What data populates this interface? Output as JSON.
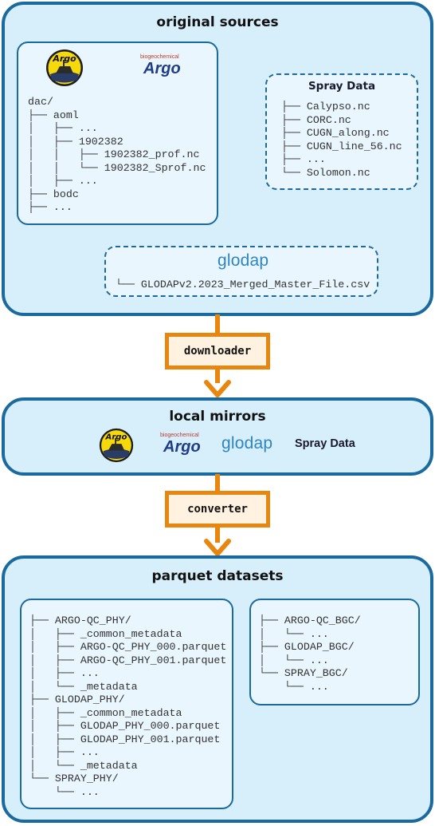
{
  "sections": {
    "original": {
      "title": "original sources"
    },
    "mirrors": {
      "title": "local mirrors"
    },
    "parquet": {
      "title": "parquet datasets"
    }
  },
  "steps": {
    "downloader": "downloader",
    "converter": "converter"
  },
  "logos": {
    "argo_text": "Argo",
    "bgc_top": "biogeochemical",
    "bgc_argo": "Argo",
    "glodap": "glodap",
    "spray": "Spray Data"
  },
  "original_sources": {
    "argo_tree": [
      "dac/",
      "├── aoml",
      "│   ├── ...",
      "│   ├── 1902382",
      "│   │   ├── 1902382_prof.nc",
      "│   │   └── 1902382_Sprof.nc",
      "│   ├── ...",
      "├── bodc",
      "├── ..."
    ],
    "spray_title": "Spray Data",
    "spray_tree": [
      "├── Calypso.nc",
      "├── CORC.nc",
      "├── CUGN_along.nc",
      "├── CUGN_line_56.nc",
      "├── ...",
      "└── Solomon.nc"
    ],
    "glodap_tree": [
      "└── GLODAPv2.2023_Merged_Master_File.csv"
    ]
  },
  "parquet": {
    "phy_tree": [
      "├── ARGO-QC_PHY/",
      "│   ├── _common_metadata",
      "│   ├── ARGO-QC_PHY_000.parquet",
      "│   ├── ARGO-QC_PHY_001.parquet",
      "│   ├── ...",
      "│   └── _metadata",
      "├── GLODAP_PHY/",
      "│   ├── _common_metadata",
      "│   ├── GLODAP_PHY_000.parquet",
      "│   ├── GLODAP_PHY_001.parquet",
      "│   ├── ...",
      "│   └── _metadata",
      "└── SPRAY_PHY/",
      "    └── ..."
    ],
    "bgc_tree": [
      "├── ARGO-QC_BGC/",
      "│   └── ...",
      "├── GLODAP_BGC/",
      "│   └── ...",
      "└── SPRAY_BGC/",
      "    └── ..."
    ]
  },
  "colors": {
    "section_border": "#1b6a9f",
    "section_fill": "#d7eefb",
    "panel_fill": "#e9f6fd",
    "step_border": "#e8870f",
    "step_fill": "#fff2e0",
    "glodap_blue": "#2e86c1"
  }
}
